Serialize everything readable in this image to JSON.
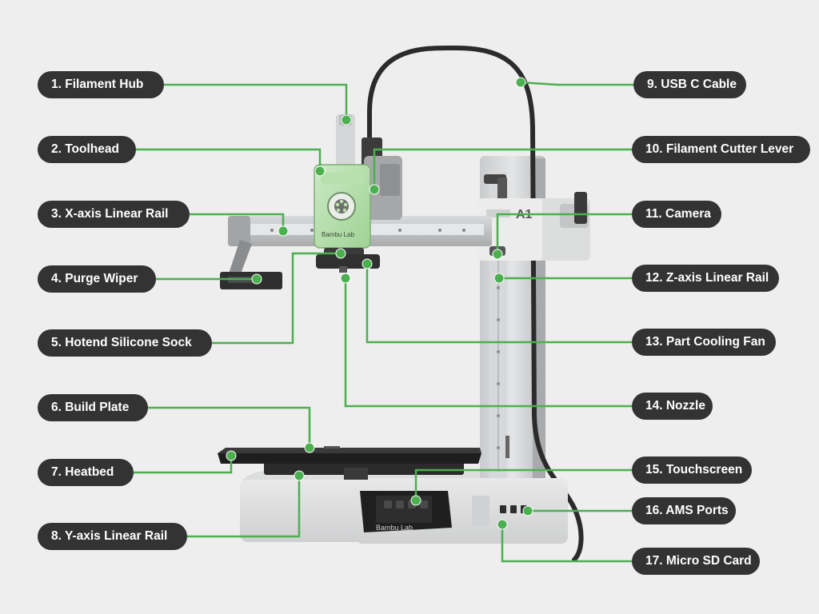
{
  "colors": {
    "background": "#eeeeee",
    "label_bg": "#333333",
    "label_text": "#ffffff",
    "leader": "#4caf50",
    "dot": "#4caf50",
    "toolhead_accent": "#a8dca0"
  },
  "printer": {
    "brand_front": "Bambu Lab",
    "brand_toolhead": "Bambu Lab",
    "model_mark": "A1"
  },
  "labels": [
    {
      "id": 1,
      "text": "1. Filament Hub"
    },
    {
      "id": 2,
      "text": "2. Toolhead"
    },
    {
      "id": 3,
      "text": "3. X-axis Linear Rail"
    },
    {
      "id": 4,
      "text": "4. Purge Wiper"
    },
    {
      "id": 5,
      "text": "5. Hotend Silicone Sock"
    },
    {
      "id": 6,
      "text": "6. Build Plate"
    },
    {
      "id": 7,
      "text": "7. Heatbed"
    },
    {
      "id": 8,
      "text": "8. Y-axis Linear Rail"
    },
    {
      "id": 9,
      "text": "9. USB C Cable"
    },
    {
      "id": 10,
      "text": "10. Filament Cutter Lever"
    },
    {
      "id": 11,
      "text": "11. Camera"
    },
    {
      "id": 12,
      "text": "12. Z-axis Linear Rail"
    },
    {
      "id": 13,
      "text": "13. Part Cooling Fan"
    },
    {
      "id": 14,
      "text": "14. Nozzle"
    },
    {
      "id": 15,
      "text": "15. Touchscreen"
    },
    {
      "id": 16,
      "text": "16. AMS Ports"
    },
    {
      "id": 17,
      "text": "17. Micro SD Card"
    }
  ]
}
